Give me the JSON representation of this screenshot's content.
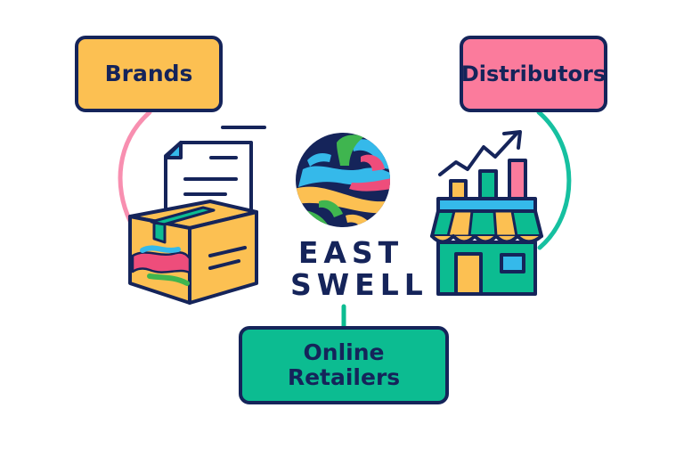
{
  "diagram": {
    "center": {
      "logo_icon": "wave-circle-logo",
      "line1": "EAST",
      "line2": "SWELL"
    },
    "nodes": [
      {
        "id": "brands",
        "label": "Brands",
        "color": "#fcc052",
        "icon": "box-with-document-icon",
        "connector_color": "#f88fb0"
      },
      {
        "id": "distributors",
        "label": "Distributors",
        "color": "#fb7b9c",
        "icon": "storefront-growth-chart-icon",
        "connector_color": "#16c0a0"
      },
      {
        "id": "online_retailers",
        "label_line1": "Online",
        "label_line2": "Retailers",
        "color": "#0cbc91",
        "connector_color": "#0cbc91"
      }
    ],
    "palette": {
      "navy": "#15245a",
      "yellow": "#fcc052",
      "pink": "#fb7b9c",
      "teal": "#0cbc91",
      "sky": "#35b9ea",
      "green": "#3fb54f",
      "magenta": "#ee4d7b"
    }
  }
}
